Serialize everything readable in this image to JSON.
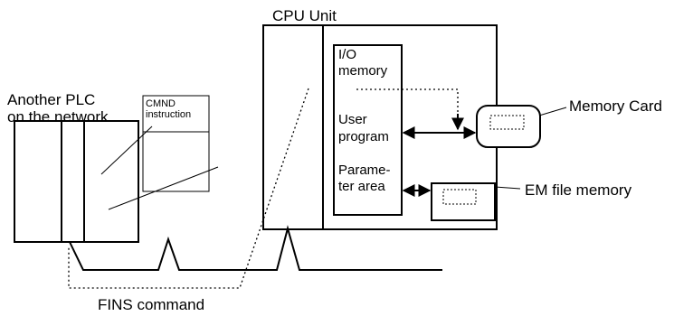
{
  "labels": {
    "cpu_unit": "CPU Unit",
    "another_plc_line1": "Another PLC",
    "another_plc_line2": "on the network",
    "cmnd_line1": "CMND",
    "cmnd_line2": "instruction",
    "io_line1": "I/O",
    "io_line2": "memory",
    "user_line1": "User",
    "user_line2": "program",
    "param_line1": "Parame-",
    "param_line2": "ter area",
    "memory_card": "Memory Card",
    "em_file_memory": "EM file memory",
    "fins_command": "FINS command"
  }
}
